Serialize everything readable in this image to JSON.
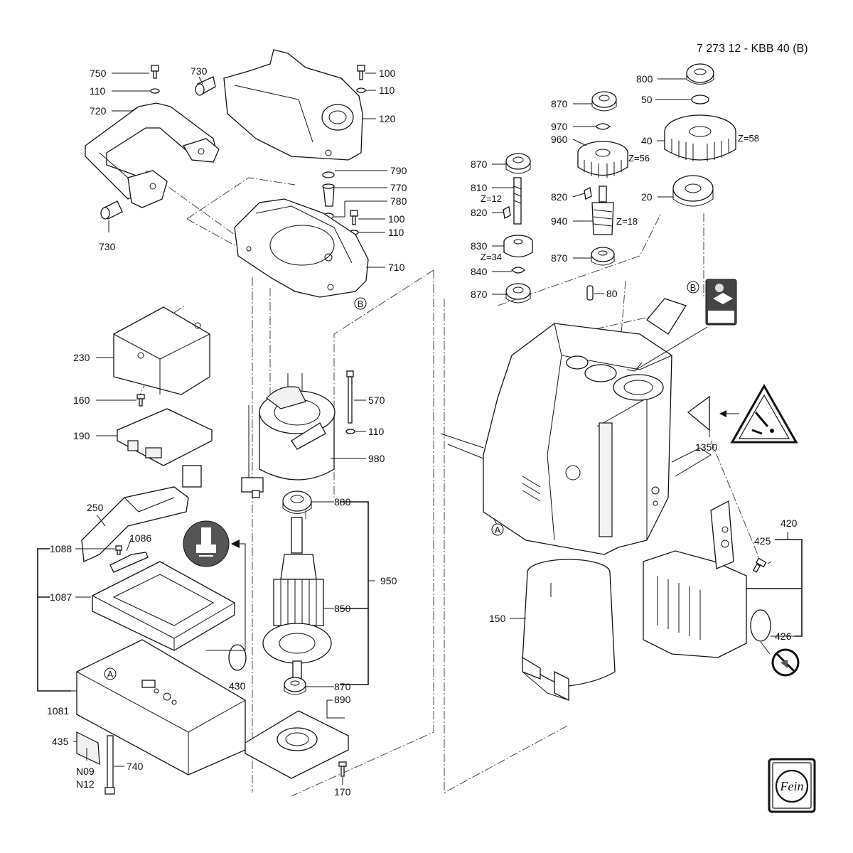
{
  "header": {
    "title": "7 273 12 - KBB 40 (B)"
  },
  "parts": {
    "p750": "750",
    "p110a": "110",
    "p720": "720",
    "p730a": "730",
    "p730b": "730",
    "p100a": "100",
    "p110b": "110",
    "p120": "120",
    "p790": "790",
    "p770": "770",
    "p780": "780",
    "p100b": "100",
    "p110c": "110",
    "p710": "710",
    "p230": "230",
    "p160": "160",
    "p190": "190",
    "p250": "250",
    "p1086": "1086",
    "p1088": "1088",
    "p1087": "1087",
    "p1081": "1081",
    "p430": "430",
    "p435": "435",
    "pN09": "N09",
    "pN12": "N12",
    "p740": "740",
    "p570": "570",
    "p110d": "110",
    "p980": "980",
    "p880": "880",
    "p950": "950",
    "p850": "850",
    "p870e": "870",
    "p890": "890",
    "p170": "170",
    "p800": "800",
    "p50": "50",
    "p870a": "870",
    "p970": "970",
    "p960": "960",
    "p40": "40",
    "p870b": "870",
    "p810": "810",
    "p820a": "820",
    "p820b": "820",
    "p20": "20",
    "p940": "940",
    "p830": "830",
    "p840": "840",
    "p870c": "870",
    "p870d": "870",
    "p80": "80",
    "p1350": "1350",
    "p420": "420",
    "p425": "425",
    "p426": "426",
    "p150": "150"
  },
  "gears": {
    "z58": "Z=58",
    "z56": "Z=56",
    "z12": "Z=12",
    "z18": "Z=18",
    "z34": "Z=34"
  },
  "refs": {
    "refB1": "B",
    "refB2": "B",
    "refA1": "A",
    "refA2": "A"
  },
  "icons": [
    "lubricate-icon",
    "warning-triangle-icon",
    "no-grease-icon",
    "fein-logo-icon",
    "lift-arrow-icon"
  ]
}
